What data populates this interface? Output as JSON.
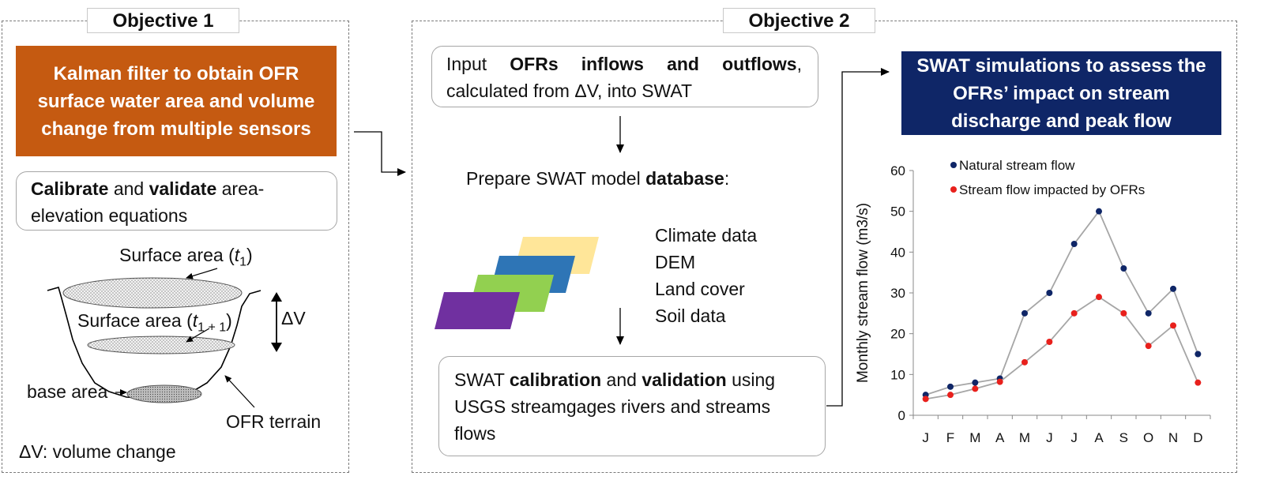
{
  "objective1": {
    "title": "Objective 1",
    "kalman_line1": "Kalman filter to obtain OFR",
    "kalman_line2": "surface water area and volume",
    "kalman_line3": "change from multiple sensors",
    "calibrate_bold1": "Calibrate",
    "calibrate_and": " and ",
    "calibrate_bold2": "validate",
    "calibrate_rest1": " area-",
    "calibrate_rest2": "elevation equations",
    "surface_t1_prefix": "Surface area (",
    "surface_t1_var": "t",
    "surface_t1_sub": "1",
    "surface_t1_suffix": ")",
    "surface_t11_prefix": "Surface area (",
    "surface_t11_var": "t",
    "surface_t11_sub": "1 + 1",
    "surface_t11_suffix": ")",
    "delta_v": "ΔV",
    "base_area": "base area",
    "ofr_terrain": "OFR terrain",
    "legend": "ΔV: volume change"
  },
  "objective2": {
    "title": "Objective 2",
    "input_w1": "Input",
    "input_w2": "OFRs",
    "input_w3": "inflows",
    "input_w4": "and",
    "input_w5": "outflows",
    "input_w6": ",",
    "input_line2": "calculated from ΔV, into SWAT",
    "prepare_text": "Prepare SWAT model ",
    "prepare_bold": "database",
    "prepare_colon": ":",
    "data_items": [
      "Climate data",
      "DEM",
      "Land cover",
      "Soil data"
    ],
    "layer_colors": [
      "#ffe699",
      "#2e75b6",
      "#92d050",
      "#7030a0"
    ],
    "swat_cal_1": "SWAT ",
    "swat_cal_bold1": "calibration",
    "swat_cal_and": " and ",
    "swat_cal_bold2": "validation",
    "swat_cal_using": " using",
    "swat_cal_line2": "USGS streamgages rivers and streams",
    "swat_cal_line3": "flows",
    "swat_sim_line1": "SWAT simulations to assess the",
    "swat_sim_line2": "OFRs’ impact on stream",
    "swat_sim_line3": "discharge and peak flow"
  },
  "chart_data": {
    "type": "line",
    "title": "",
    "xlabel": "",
    "ylabel": "Monthly stream flow (m3/s)",
    "categories": [
      "J",
      "F",
      "M",
      "A",
      "M",
      "J",
      "J",
      "A",
      "S",
      "O",
      "N",
      "D"
    ],
    "ylim": [
      0,
      60
    ],
    "yticks": [
      0,
      10,
      20,
      30,
      40,
      50,
      60
    ],
    "grid": false,
    "legend_position": "top",
    "series": [
      {
        "name": "Natural stream flow",
        "color": "#0f2667",
        "values": [
          5,
          7,
          8,
          9,
          25,
          30,
          42,
          50,
          36,
          25,
          31,
          15
        ]
      },
      {
        "name": "Stream flow impacted by OFRs",
        "color": "#e8201c",
        "values": [
          4,
          5,
          6.5,
          8.2,
          13,
          18,
          25,
          29,
          25,
          17,
          22,
          8
        ]
      }
    ]
  }
}
